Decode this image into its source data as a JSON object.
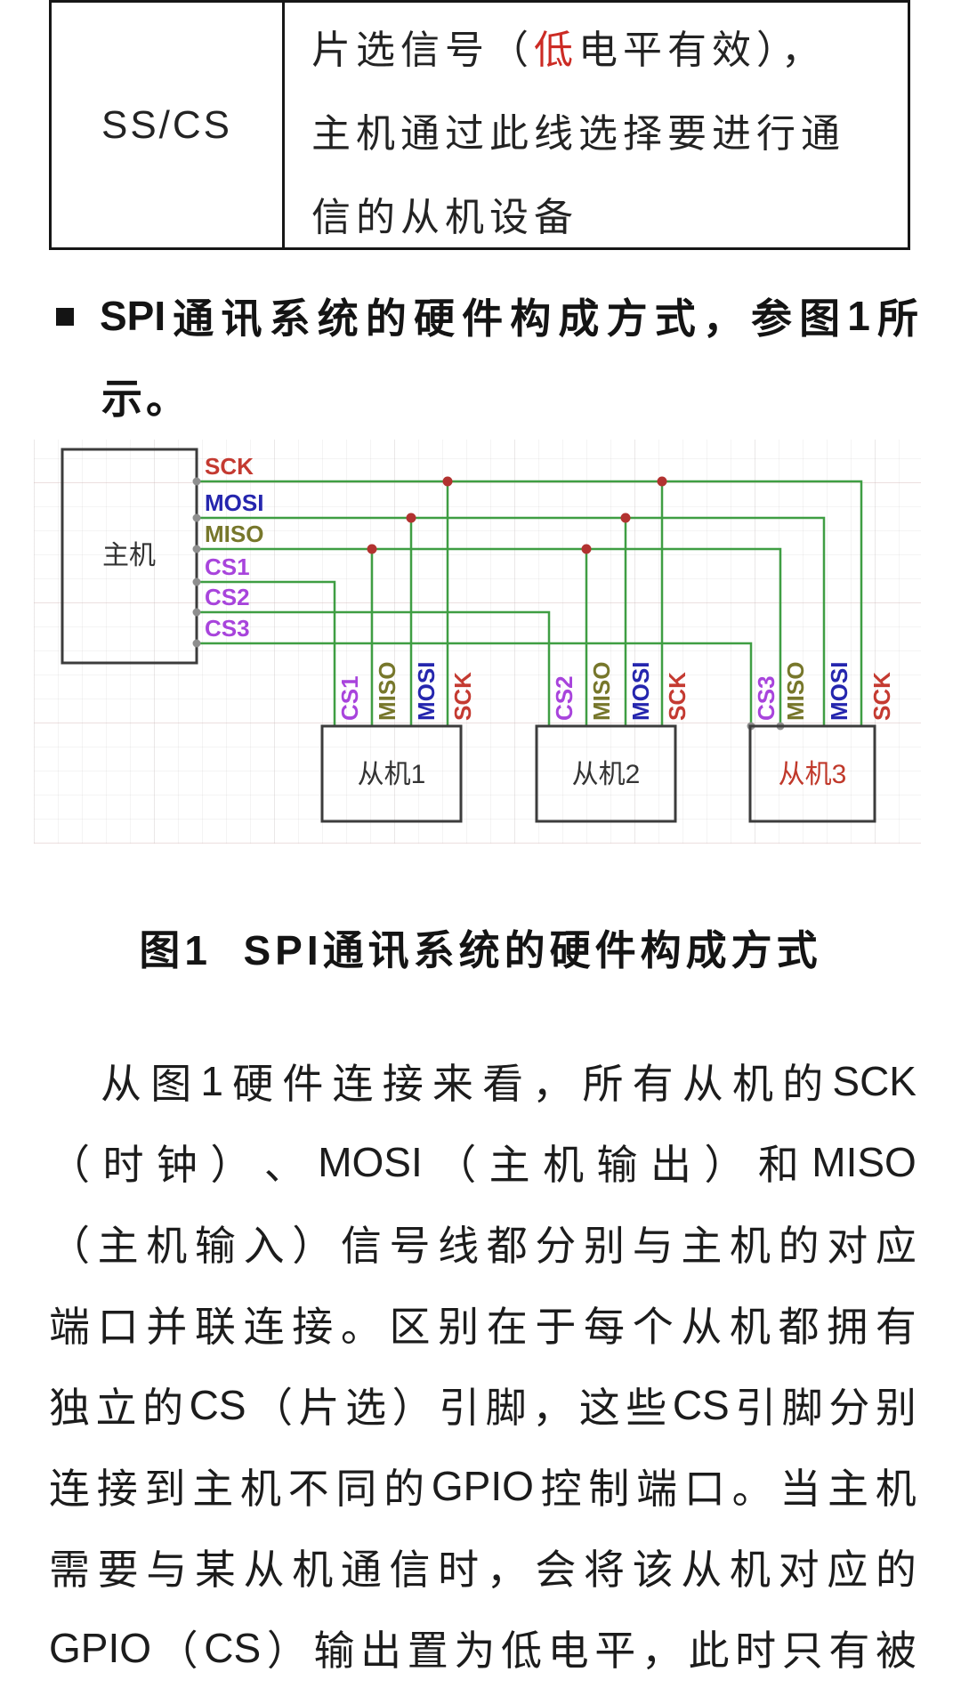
{
  "colors": {
    "wire": "#3f9e43",
    "junction": "#b23230",
    "node": "#8f8f8f",
    "sck": "#c43a31",
    "mosi": "#2526ae",
    "miso": "#77772b",
    "cs": "#a844dc",
    "slave3red": "#c0392b",
    "red": "#cc2b24"
  },
  "table": {
    "row_header": "SS/CS",
    "desc_line1_pre": "片选信号（",
    "desc_line1_red": "低",
    "desc_line1_post": "电平有效），",
    "desc_line2": "主机通过此线选择要进行通",
    "desc_line3": "信的从机设备"
  },
  "bullet": {
    "line1": "SPI通讯系统的硬件构成方式，参图1所",
    "line2": "示。"
  },
  "diagram": {
    "master_label": "主机",
    "wire_labels": [
      "SCK",
      "MOSI",
      "MISO",
      "CS1",
      "CS2",
      "CS3"
    ],
    "slaves": [
      {
        "name": "从机1",
        "pins": [
          "CS1",
          "MISO",
          "MOSI",
          "SCK"
        ]
      },
      {
        "name": "从机2",
        "pins": [
          "CS2",
          "MISO",
          "MOSI",
          "SCK"
        ]
      },
      {
        "name": "从机3",
        "pins": [
          "CS3",
          "MISO",
          "MOSI",
          "SCK"
        ]
      }
    ]
  },
  "caption": "图1  SPI通讯系统的硬件构成方式",
  "paragraph": {
    "lines": [
      "从图1硬件连接来看，所有从机的SCK",
      "（时钟）、MOSI（主机输出）和MISO",
      "（主机输入）信号线都分别与主机的对应",
      "端口并联连接。区别在于每个从机都拥有",
      "独立的CS（片选）引脚，这些CS引脚分别",
      "连接到主机不同的GPIO控制端口。当主机",
      "需要与某从机通信时，会将该从机对应的",
      "GPIO（CS）输出置为低电平，此时只有被"
    ]
  }
}
